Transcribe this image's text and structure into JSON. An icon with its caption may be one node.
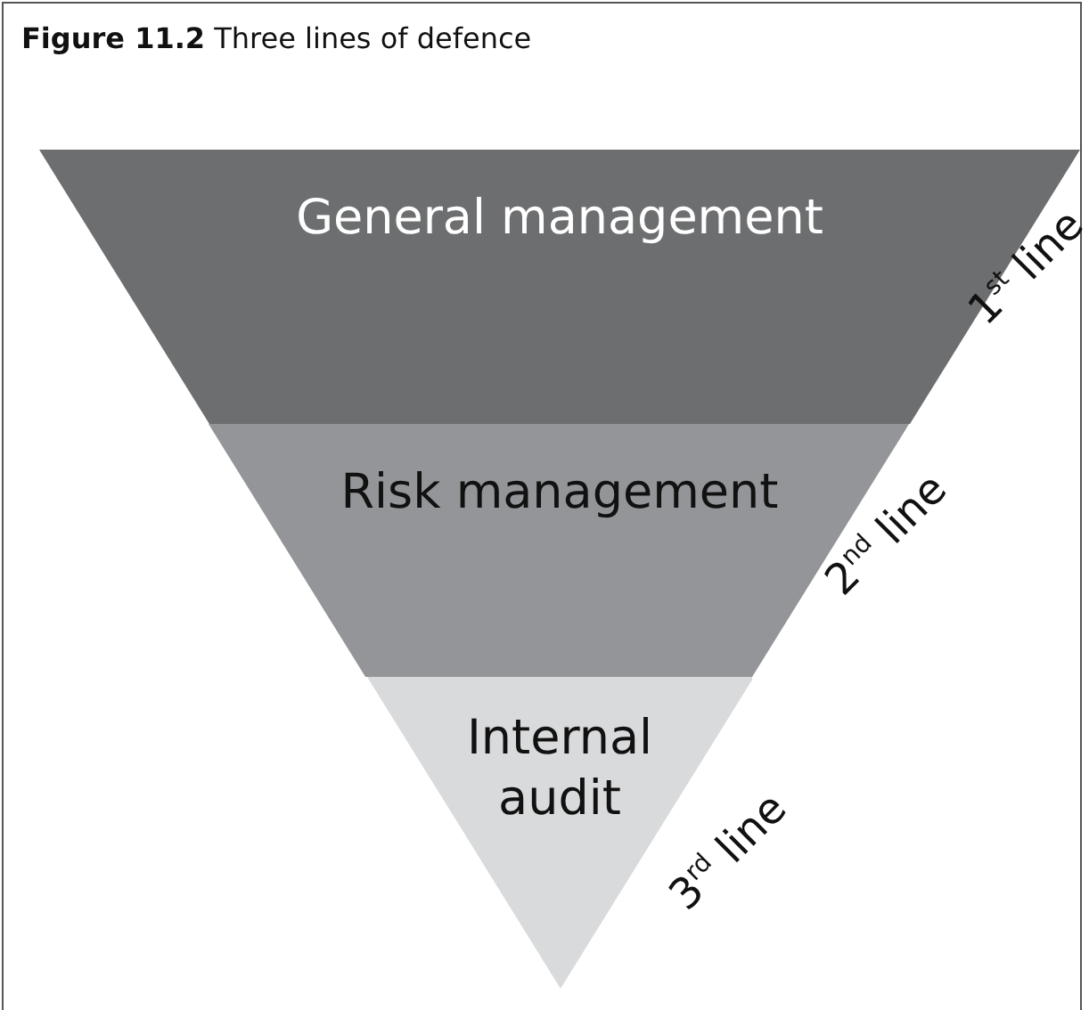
{
  "diagram": {
    "title": "**Figure 11.2** Three lines of defence",
    "nodes": [
      {
        "text": [
          "General management"
        ],
        "beside": [
          "1$^{st}$ line"
        ]
      },
      {
        "text": [
          "Risk management"
        ],
        "beside": [
          "2$^{nd}$ line"
        ]
      },
      {
        "text": [
          "Internal audit"
        ],
        "beside": [
          "3$^{rd}$ line"
        ]
      }
    ]
  }
}
